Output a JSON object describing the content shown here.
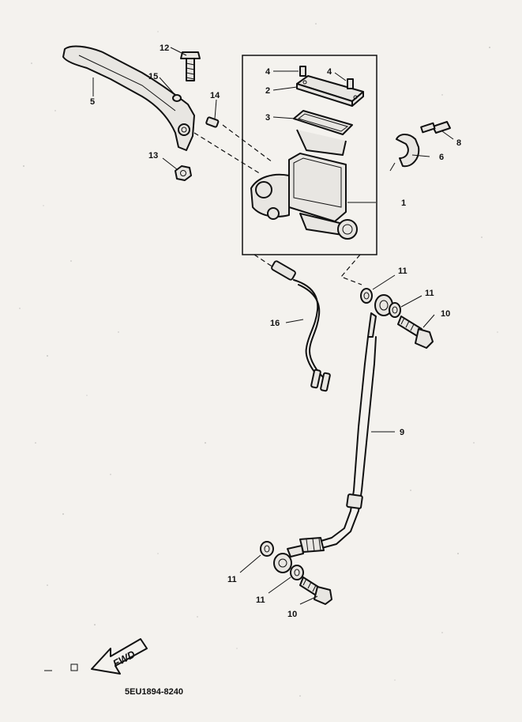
{
  "callouts": {
    "c1": "1",
    "c2": "2",
    "c3": "3",
    "c4a": "4",
    "c4b": "4",
    "c5": "5",
    "c6": "6",
    "c8": "8",
    "c9": "9",
    "c10a": "10",
    "c10b": "10",
    "c11a": "11",
    "c11b": "11",
    "c11c": "11",
    "c11d": "11",
    "c12": "12",
    "c13": "13",
    "c14": "14",
    "c15": "15",
    "c16": "16"
  },
  "fwd_label": "FWD",
  "part_code": "5EU1894-8240"
}
